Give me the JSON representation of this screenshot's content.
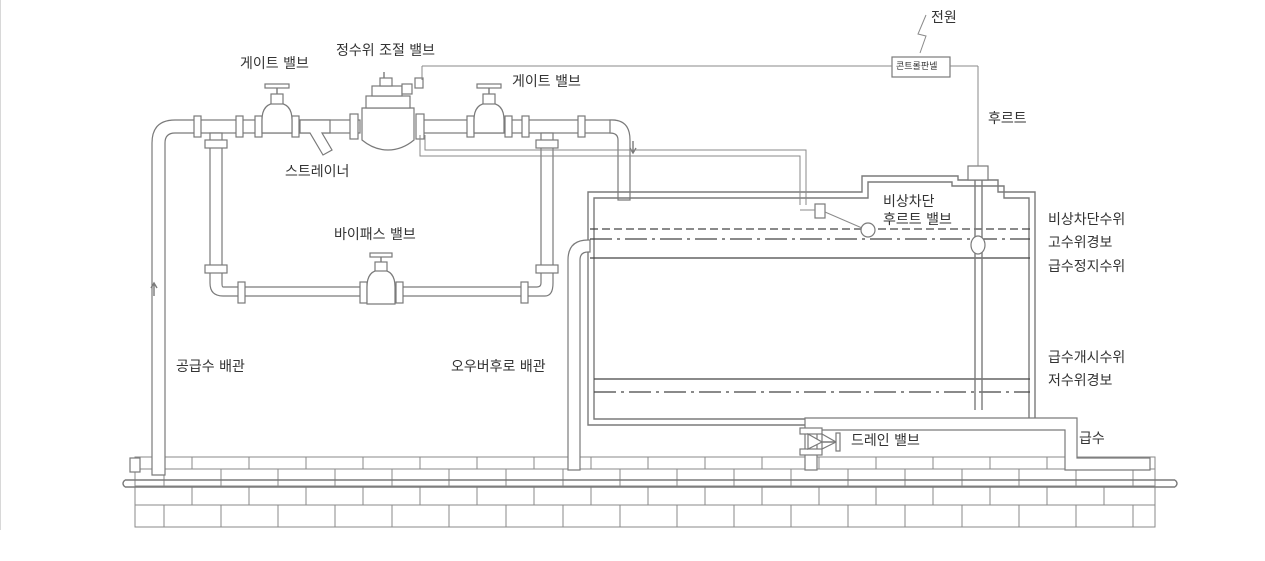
{
  "labels": {
    "gate_valve_left": "게이트 밸브",
    "constant_level_valve": "정수위 조절 밸브",
    "gate_valve_right": "게이트 밸브",
    "power": "전원",
    "control_panel": "콘트롤판넬",
    "float": "후르트",
    "strainer": "스트레이너",
    "bypass_valve": "바이패스 밸브",
    "emergency_float_valve_line1": "비상차단",
    "emergency_float_valve_line2": "후르트 밸브",
    "supply_pipe": "공급수 배관",
    "overflow_pipe": "오우버후로 배관",
    "drain_valve": "드레인 밸브",
    "water_supply": "급수",
    "level_emergency_cutoff": "비상차단수위",
    "level_high_alarm": "고수위경보",
    "level_supply_stop": "급수정지수위",
    "level_supply_start": "급수개시수위",
    "level_low_alarm": "저수위경보"
  },
  "colors": {
    "line": "#7a7a7a",
    "level_line": "#444444",
    "text": "#333333",
    "background": "#ffffff"
  }
}
